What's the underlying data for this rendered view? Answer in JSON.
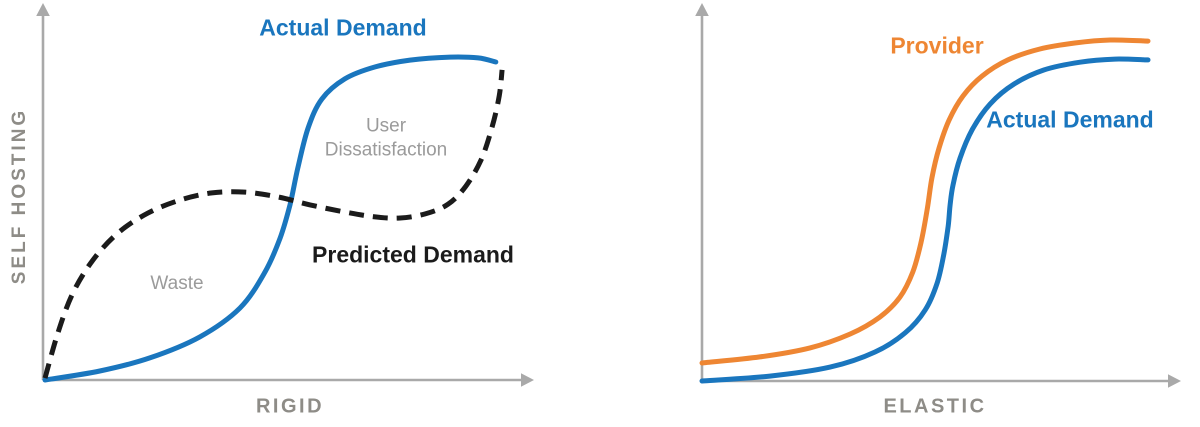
{
  "colors": {
    "blue": "#1a76be",
    "orange": "#ee8633",
    "black": "#1b1b1b",
    "axis": "#a9a9a9",
    "axis_label": "#8e8c87",
    "annotation": "#9b9b9b",
    "background": "#ffffff"
  },
  "chart_data": [
    {
      "id": "rigid-self-hosting",
      "type": "line",
      "title": "",
      "xlabel": "RIGID",
      "ylabel": "SELF HOSTING",
      "axes_numeric": false,
      "grid": false,
      "legend": "inline-labels",
      "xlim": [
        0,
        1
      ],
      "ylim": [
        0,
        1
      ],
      "series": [
        {
          "name": "Actual Demand",
          "color_key": "blue",
          "style": "solid",
          "points": [
            [
              0.004,
              0.0
            ],
            [
              0.116,
              0.024
            ],
            [
              0.218,
              0.059
            ],
            [
              0.32,
              0.115
            ],
            [
              0.402,
              0.192
            ],
            [
              0.453,
              0.288
            ],
            [
              0.484,
              0.379
            ],
            [
              0.504,
              0.467
            ],
            [
              0.52,
              0.565
            ],
            [
              0.541,
              0.672
            ],
            [
              0.569,
              0.749
            ],
            [
              0.616,
              0.803
            ],
            [
              0.678,
              0.835
            ],
            [
              0.749,
              0.853
            ],
            [
              0.831,
              0.861
            ],
            [
              0.888,
              0.859
            ],
            [
              0.924,
              0.848
            ]
          ]
        },
        {
          "name": "Predicted Demand",
          "color_key": "black",
          "style": "dashed",
          "points": [
            [
              0.004,
              0.005
            ],
            [
              0.031,
              0.128
            ],
            [
              0.061,
              0.232
            ],
            [
              0.102,
              0.32
            ],
            [
              0.153,
              0.392
            ],
            [
              0.214,
              0.445
            ],
            [
              0.28,
              0.48
            ],
            [
              0.345,
              0.499
            ],
            [
              0.412,
              0.501
            ],
            [
              0.48,
              0.488
            ],
            [
              0.545,
              0.467
            ],
            [
              0.616,
              0.448
            ],
            [
              0.678,
              0.435
            ],
            [
              0.729,
              0.432
            ],
            [
              0.78,
              0.443
            ],
            [
              0.827,
              0.469
            ],
            [
              0.863,
              0.517
            ],
            [
              0.894,
              0.587
            ],
            [
              0.916,
              0.672
            ],
            [
              0.931,
              0.757
            ],
            [
              0.937,
              0.827
            ]
          ]
        }
      ],
      "labels": {
        "actual_demand": "Actual Demand",
        "predicted_demand": "Predicted Demand",
        "user_dissatisfaction": "User Dissatisfaction",
        "waste": "Waste"
      }
    },
    {
      "id": "elastic-cloud",
      "type": "line",
      "title": "",
      "xlabel": "ELASTIC",
      "ylabel": "",
      "axes_numeric": false,
      "grid": false,
      "legend": "inline-labels",
      "xlim": [
        0,
        1
      ],
      "ylim": [
        0,
        1
      ],
      "series": [
        {
          "name": "Provider",
          "color_key": "orange",
          "style": "solid",
          "points": [
            [
              0.0,
              0.048
            ],
            [
              0.121,
              0.064
            ],
            [
              0.226,
              0.088
            ],
            [
              0.31,
              0.125
            ],
            [
              0.372,
              0.17
            ],
            [
              0.414,
              0.223
            ],
            [
              0.441,
              0.29
            ],
            [
              0.458,
              0.367
            ],
            [
              0.471,
              0.455
            ],
            [
              0.481,
              0.54
            ],
            [
              0.496,
              0.62
            ],
            [
              0.517,
              0.694
            ],
            [
              0.546,
              0.758
            ],
            [
              0.586,
              0.811
            ],
            [
              0.64,
              0.854
            ],
            [
              0.707,
              0.883
            ],
            [
              0.78,
              0.899
            ],
            [
              0.854,
              0.907
            ],
            [
              0.933,
              0.904
            ]
          ]
        },
        {
          "name": "Actual Demand",
          "color_key": "blue",
          "style": "solid",
          "points": [
            [
              0.0,
              0.0
            ],
            [
              0.142,
              0.013
            ],
            [
              0.268,
              0.037
            ],
            [
              0.362,
              0.077
            ],
            [
              0.425,
              0.128
            ],
            [
              0.467,
              0.189
            ],
            [
              0.492,
              0.261
            ],
            [
              0.506,
              0.338
            ],
            [
              0.515,
              0.412
            ],
            [
              0.519,
              0.468
            ],
            [
              0.525,
              0.521
            ],
            [
              0.54,
              0.593
            ],
            [
              0.565,
              0.668
            ],
            [
              0.603,
              0.737
            ],
            [
              0.653,
              0.79
            ],
            [
              0.715,
              0.827
            ],
            [
              0.791,
              0.848
            ],
            [
              0.864,
              0.856
            ],
            [
              0.933,
              0.854
            ]
          ]
        }
      ],
      "labels": {
        "provider": "Provider",
        "actual_demand": "Actual Demand"
      }
    }
  ]
}
